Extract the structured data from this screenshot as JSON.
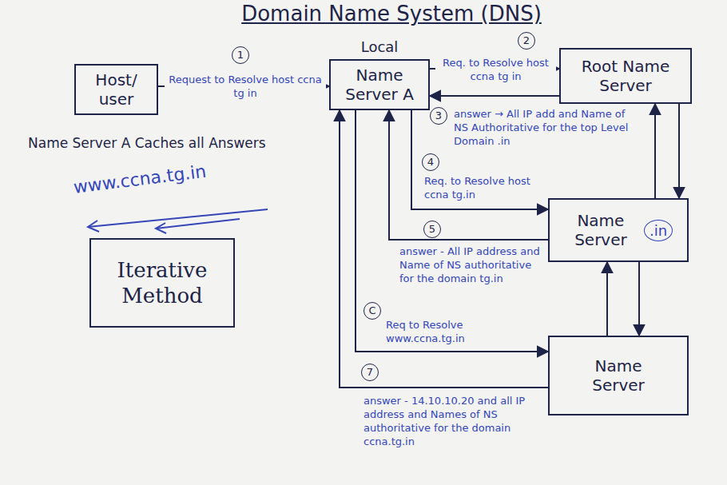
{
  "diagram": {
    "title": "Domain Name System (DNS)",
    "nodes": [
      {
        "text": [
          "Host/ user"
        ]
      },
      {
        "text": [
          "Local",
          "Name Server A"
        ]
      },
      {
        "text": [
          "Root Name Server"
        ]
      },
      {
        "text": [
          "Name Server",
          ".in"
        ]
      },
      {
        "text": [
          "Name Server"
        ]
      },
      {
        "text": [
          "Iterative Method"
        ]
      }
    ],
    "edges": [
      {
        "from": 0,
        "to": 1,
        "arrow": "to",
        "label": "Request to Resolve host ccna tg in"
      },
      {
        "from": 1,
        "to": 2,
        "arrow": "to",
        "label": "Req. to Resolve host ccna tg in"
      },
      {
        "from": 2,
        "to": 1,
        "arrow": "to",
        "label": "answer → All IP add and Name of NS Authoritative for the top Level Domain .in"
      },
      {
        "from": 1,
        "to": 3,
        "arrow": "to",
        "label": "Req. to Resolve host ccna tg.in"
      },
      {
        "from": 3,
        "to": 1,
        "arrow": "to",
        "label": "answer - All IP address and Name of NS authoritative for the domain tg.in"
      },
      {
        "from": 1,
        "to": 4,
        "arrow": "to",
        "label": "Req to Resolve www.ccna.tg.in"
      },
      {
        "from": 4,
        "to": 1,
        "arrow": "to",
        "label": "answer - 14.10.10.20 and all IP address and Names of NS authoritative for the domain ccna.tg.in"
      },
      {
        "from": 2,
        "to": 3,
        "arrow": "to"
      },
      {
        "from": 3,
        "to": 2,
        "arrow": "to"
      },
      {
        "from": 3,
        "to": 4,
        "arrow": "to"
      },
      {
        "from": 4,
        "to": 3,
        "arrow": "to"
      }
    ],
    "labels": [
      "1",
      "2",
      "3",
      "4",
      "5",
      "C",
      "7",
      "Name Server A Caches all Answers",
      "www.ccna.tg.in"
    ]
  }
}
